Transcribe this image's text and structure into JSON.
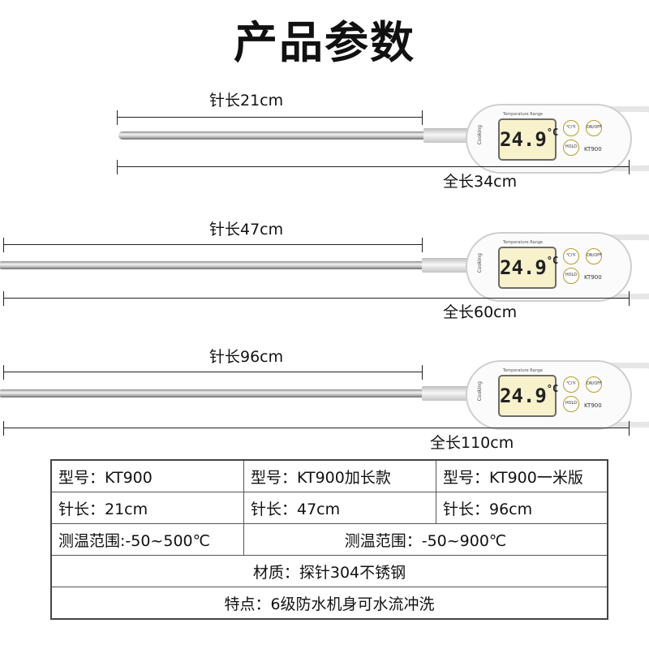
{
  "title": "产品参数",
  "products": [
    {
      "needle_label": "针长21cm",
      "total_label": "全长34cm",
      "lcd_reading": "24.9",
      "lcd_unit": "°C",
      "model": "KT900",
      "btn_c_f": "℃/℉",
      "btn_on_off": "ON/OFF",
      "btn_hold": "HOLD"
    },
    {
      "needle_label": "针长47cm",
      "total_label": "全长60cm",
      "lcd_reading": "24.9",
      "lcd_unit": "°C",
      "model": "KT900",
      "btn_c_f": "℃/℉",
      "btn_on_off": "ON/OFF",
      "btn_hold": "HOLD"
    },
    {
      "needle_label": "针长96cm",
      "total_label": "全长110cm",
      "lcd_reading": "24.9",
      "lcd_unit": "°C",
      "model": "KT900",
      "btn_c_f": "℃/℉",
      "btn_on_off": "ON/OFF",
      "btn_hold": "HOLD"
    }
  ],
  "spec_table": {
    "row1": [
      "型号：KT900",
      "型号：KT900加长款",
      "型号：KT900一米版"
    ],
    "row2": [
      "针长：21cm",
      "针长：47cm",
      "针长：96cm"
    ],
    "row3": [
      "测温范围:-50~500℃",
      "测温范围：-50~900℃"
    ],
    "row4": "材质：探针304不锈钢",
    "row5": "特点：6级防水机身可水流冲洗"
  },
  "colors": {
    "lcd_background": "#f7f1cc",
    "button_ring": "#b89b2a",
    "text": "#111111"
  }
}
